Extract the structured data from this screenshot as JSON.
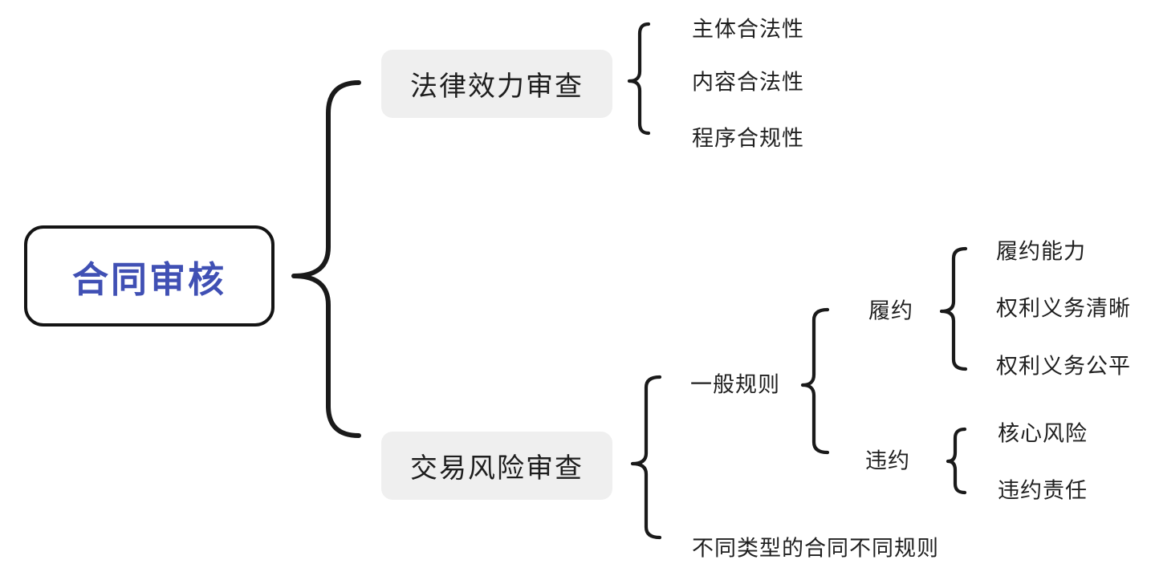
{
  "canvas": {
    "background": "#ffffff"
  },
  "colors": {
    "root_text": "#4050b4",
    "root_border": "#141414",
    "branch_box_bg": "#efefef",
    "node_text": "#1f1f1f",
    "brace_line": "#1a1a1a"
  },
  "mindmap": {
    "root": {
      "label": "合同审核"
    },
    "branches": [
      {
        "label": "法律效力审查",
        "children": [
          {
            "label": "主体合法性"
          },
          {
            "label": "内容合法性"
          },
          {
            "label": "程序合规性"
          }
        ]
      },
      {
        "label": "交易风险审查",
        "children": [
          {
            "label": "一般规则",
            "children": [
              {
                "label": "履约",
                "children": [
                  {
                    "label": "履约能力"
                  },
                  {
                    "label": "权利义务清晰"
                  },
                  {
                    "label": "权利义务公平"
                  }
                ]
              },
              {
                "label": "违约",
                "children": [
                  {
                    "label": "核心风险"
                  },
                  {
                    "label": "违约责任"
                  }
                ]
              }
            ]
          },
          {
            "label": "不同类型的合同不同规则"
          }
        ]
      }
    ]
  }
}
